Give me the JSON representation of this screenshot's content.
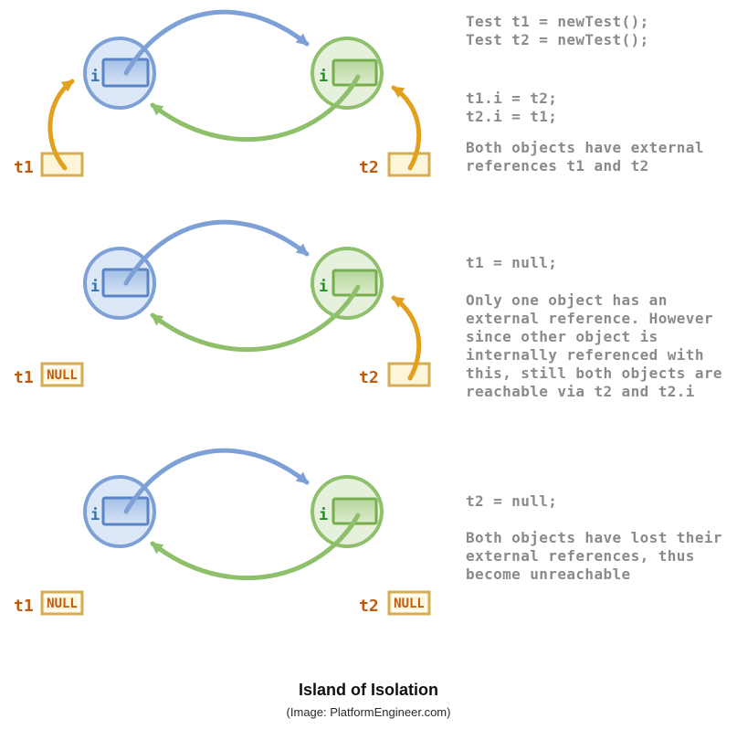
{
  "caption": {
    "title": "Island of Isolation",
    "subtitle": "(Image: PlatformEngineer.com)"
  },
  "rows": [
    {
      "left_object_field": "i",
      "right_object_field": "i",
      "t1_label": "t1",
      "t2_label": "t2",
      "t1_value": "",
      "t2_value": ""
    },
    {
      "left_object_field": "i",
      "right_object_field": "i",
      "t1_label": "t1",
      "t2_label": "t2",
      "t1_value": "NULL",
      "t2_value": ""
    },
    {
      "left_object_field": "i",
      "right_object_field": "i",
      "t1_label": "t1",
      "t2_label": "t2",
      "t1_value": "NULL",
      "t2_value": "NULL"
    }
  ],
  "annotations": [
    {
      "text": "Test t1 = newTest();\nTest t2 = newTest();"
    },
    {
      "text": "t1.i = t2;\nt2.i = t1;"
    },
    {
      "text": "Both objects have external\nreferences t1 and t2"
    },
    {
      "text": "t1 = null;"
    },
    {
      "text": "Only one object has an\nexternal reference. However\nsince other object is\ninternally referenced with\nthis, still both objects are\nreachable via t2 and t2.i"
    },
    {
      "text": "t2 = null;"
    },
    {
      "text": "Both objects have lost their\nexternal references, thus\nbecome unreachable"
    }
  ],
  "colors": {
    "blue_stroke": "#7da0d6",
    "blue_circle_fill": "#dce8f8",
    "blue_rect_border": "#5b84c8",
    "blue_i": "#2e75b6",
    "green_stroke": "#8ec06c",
    "green_circle_fill": "#e5f0dd",
    "green_rect_border": "#76ae4e",
    "green_i": "#1f9320",
    "orange_arrow": "#e3a01d",
    "box_border": "#d4ae52",
    "box_fill": "#fdf5d9",
    "ref_label": "#c05b0f",
    "note_text": "#8a8a8a"
  }
}
